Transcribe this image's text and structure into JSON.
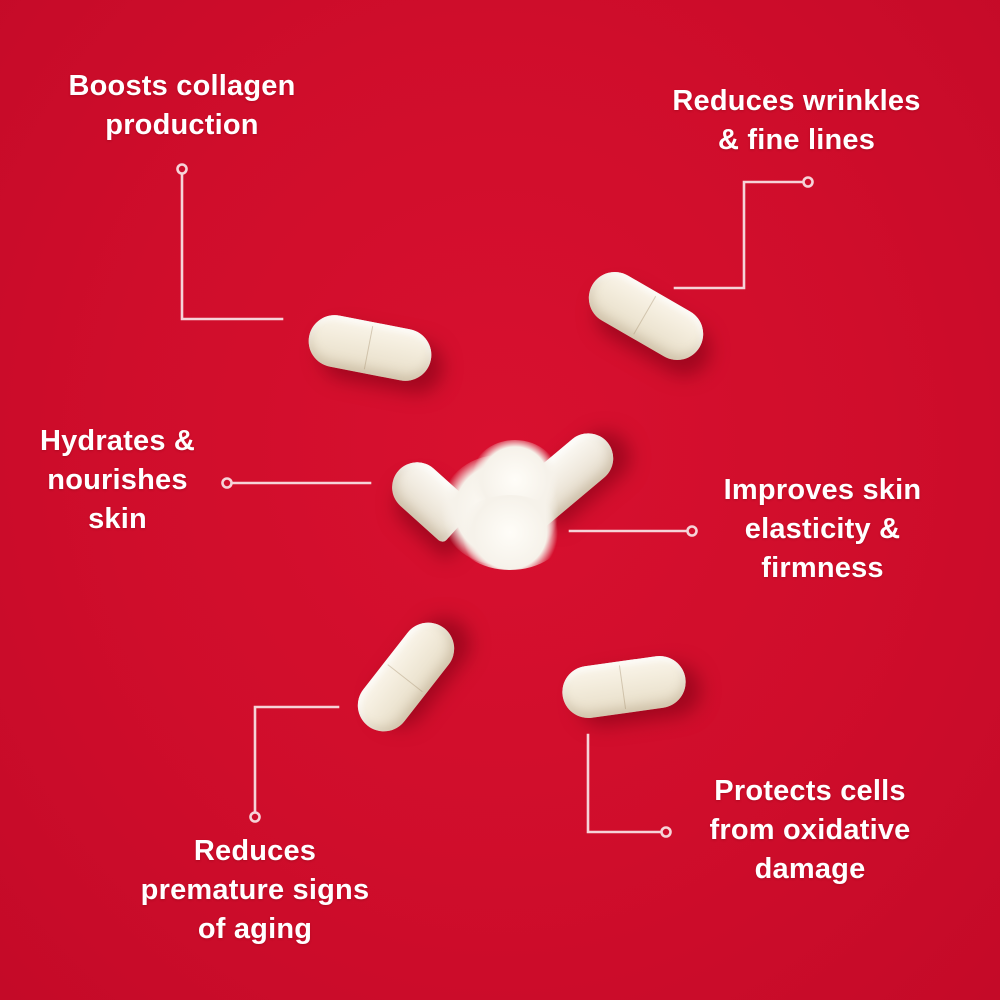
{
  "background_color": "#d10e2d",
  "line_color": "#f6d3d8",
  "benefits": [
    {
      "id": "collagen",
      "lines": [
        "Boosts collagen",
        "production"
      ]
    },
    {
      "id": "wrinkles",
      "lines": [
        "Reduces wrinkles",
        "& fine lines"
      ]
    },
    {
      "id": "hydrates",
      "lines": [
        "Hydrates &",
        "nourishes",
        "skin"
      ]
    },
    {
      "id": "elasticity",
      "lines": [
        "Improves skin",
        "elasticity &",
        "firmness"
      ]
    },
    {
      "id": "aging",
      "lines": [
        "Reduces",
        "premature signs",
        "of aging"
      ]
    },
    {
      "id": "oxidative",
      "lines": [
        "Protects cells",
        "from oxidative",
        "damage"
      ]
    }
  ],
  "image": {
    "subject": "white collagen supplement capsules with spilled powder on red background",
    "capsule_count": 6
  }
}
